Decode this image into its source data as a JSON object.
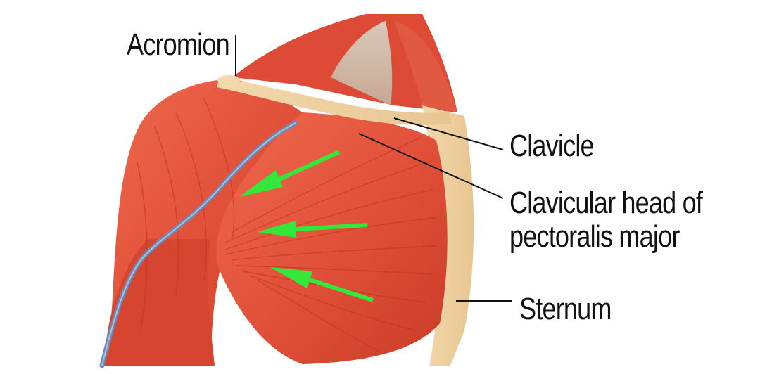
{
  "labels": {
    "acromion": "Acromion",
    "clavicle": "Clavicle",
    "clavicular_head_line1": "Clavicular head of",
    "clavicular_head_line2": "pectoralis major",
    "sternum": "Sternum"
  },
  "colors": {
    "muscle": "#e2513a",
    "muscle_dark": "#b8321f",
    "bone": "#efcf9e",
    "vein": "#6f87b3",
    "arrow": "#33e83a",
    "leader_line": "#111111"
  }
}
